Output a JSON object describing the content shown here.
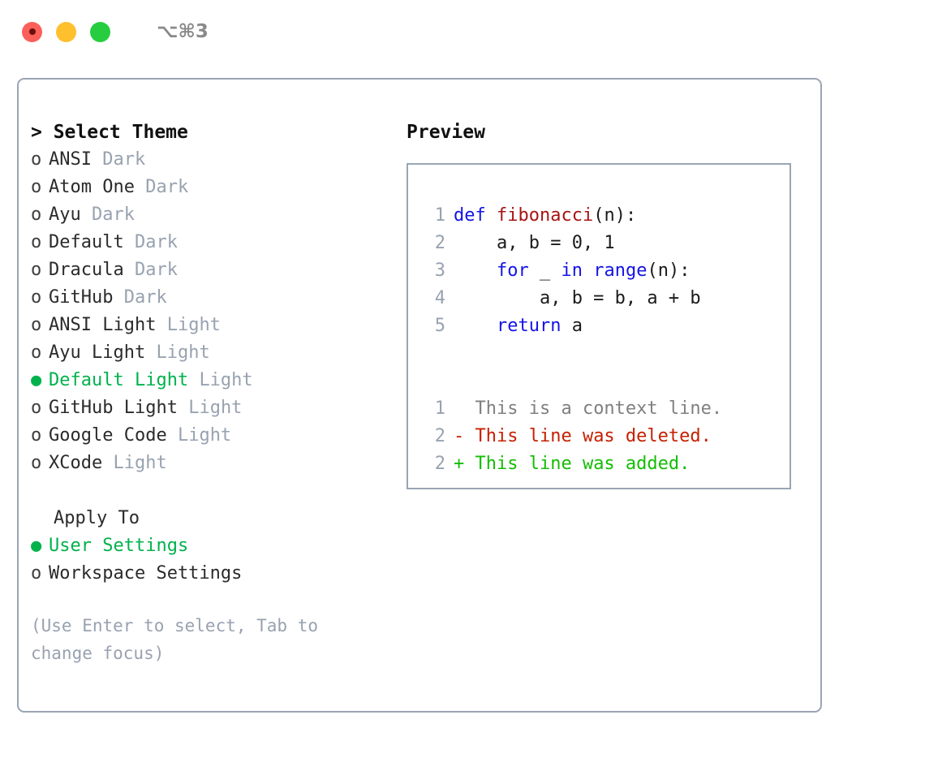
{
  "titlebar": {
    "shortcut": "⌥⌘3",
    "lights": [
      {
        "name": "close",
        "color": "#fa5f5a"
      },
      {
        "name": "minimize",
        "color": "#ffc02e"
      },
      {
        "name": "maximize",
        "color": "#26ce3f"
      }
    ]
  },
  "theme_picker": {
    "header": "> Select Theme",
    "selected_marker": "●",
    "unselected_marker": "o",
    "items": [
      {
        "marker": "o",
        "name": "ANSI",
        "category": "Dark",
        "selected": false
      },
      {
        "marker": "o",
        "name": "Atom One",
        "category": "Dark",
        "selected": false
      },
      {
        "marker": "o",
        "name": "Ayu",
        "category": "Dark",
        "selected": false
      },
      {
        "marker": "o",
        "name": "Default",
        "category": "Dark",
        "selected": false
      },
      {
        "marker": "o",
        "name": "Dracula",
        "category": "Dark",
        "selected": false
      },
      {
        "marker": "o",
        "name": "GitHub",
        "category": "Dark",
        "selected": false
      },
      {
        "marker": "o",
        "name": "ANSI Light",
        "category": "Light",
        "selected": false
      },
      {
        "marker": "o",
        "name": "Ayu Light",
        "category": "Light",
        "selected": false
      },
      {
        "marker": "●",
        "name": "Default Light",
        "category": "Light",
        "selected": true
      },
      {
        "marker": "o",
        "name": "GitHub Light",
        "category": "Light",
        "selected": false
      },
      {
        "marker": "o",
        "name": "Google Code",
        "category": "Light",
        "selected": false
      },
      {
        "marker": "o",
        "name": "XCode",
        "category": "Light",
        "selected": false
      }
    ]
  },
  "apply_to": {
    "header": "Apply To",
    "items": [
      {
        "marker": "●",
        "label": "User Settings",
        "selected": true
      },
      {
        "marker": "o",
        "label": "Workspace Settings",
        "selected": false
      }
    ]
  },
  "hint": "(Use Enter to select, Tab to\nchange focus)",
  "preview": {
    "title": "Preview",
    "code_lines": [
      {
        "no": "1",
        "tokens": [
          {
            "t": "def",
            "c": "kw"
          },
          {
            "t": " ",
            "c": ""
          },
          {
            "t": "fibonacci",
            "c": "fn"
          },
          {
            "t": "(n):",
            "c": ""
          }
        ]
      },
      {
        "no": "2",
        "tokens": [
          {
            "t": "    a, b = 0, 1",
            "c": ""
          }
        ]
      },
      {
        "no": "3",
        "tokens": [
          {
            "t": "    ",
            "c": ""
          },
          {
            "t": "for",
            "c": "kw"
          },
          {
            "t": " _ ",
            "c": ""
          },
          {
            "t": "in",
            "c": "kw"
          },
          {
            "t": " ",
            "c": ""
          },
          {
            "t": "range",
            "c": "kw"
          },
          {
            "t": "(n):",
            "c": ""
          }
        ]
      },
      {
        "no": "4",
        "tokens": [
          {
            "t": "        a, b = b, a + b",
            "c": ""
          }
        ]
      },
      {
        "no": "5",
        "tokens": [
          {
            "t": "    ",
            "c": ""
          },
          {
            "t": "return",
            "c": "kw"
          },
          {
            "t": " a",
            "c": ""
          }
        ]
      }
    ],
    "diff_lines": [
      {
        "no": "1",
        "sign": " ",
        "text": " This is a context line.",
        "kind": "ctx"
      },
      {
        "no": "2",
        "sign": "-",
        "text": " This line was deleted.",
        "kind": "del"
      },
      {
        "no": "2",
        "sign": "+",
        "text": " This line was added.",
        "kind": "add"
      }
    ]
  },
  "colors": {
    "selected_green": "#00b24c",
    "added_green": "#14bd05",
    "deleted_red": "#c62000",
    "keyword_blue": "#1414e6",
    "function_red": "#a81414",
    "muted_gray": "#98a2b0",
    "border_gray": "#9aa5b4"
  }
}
